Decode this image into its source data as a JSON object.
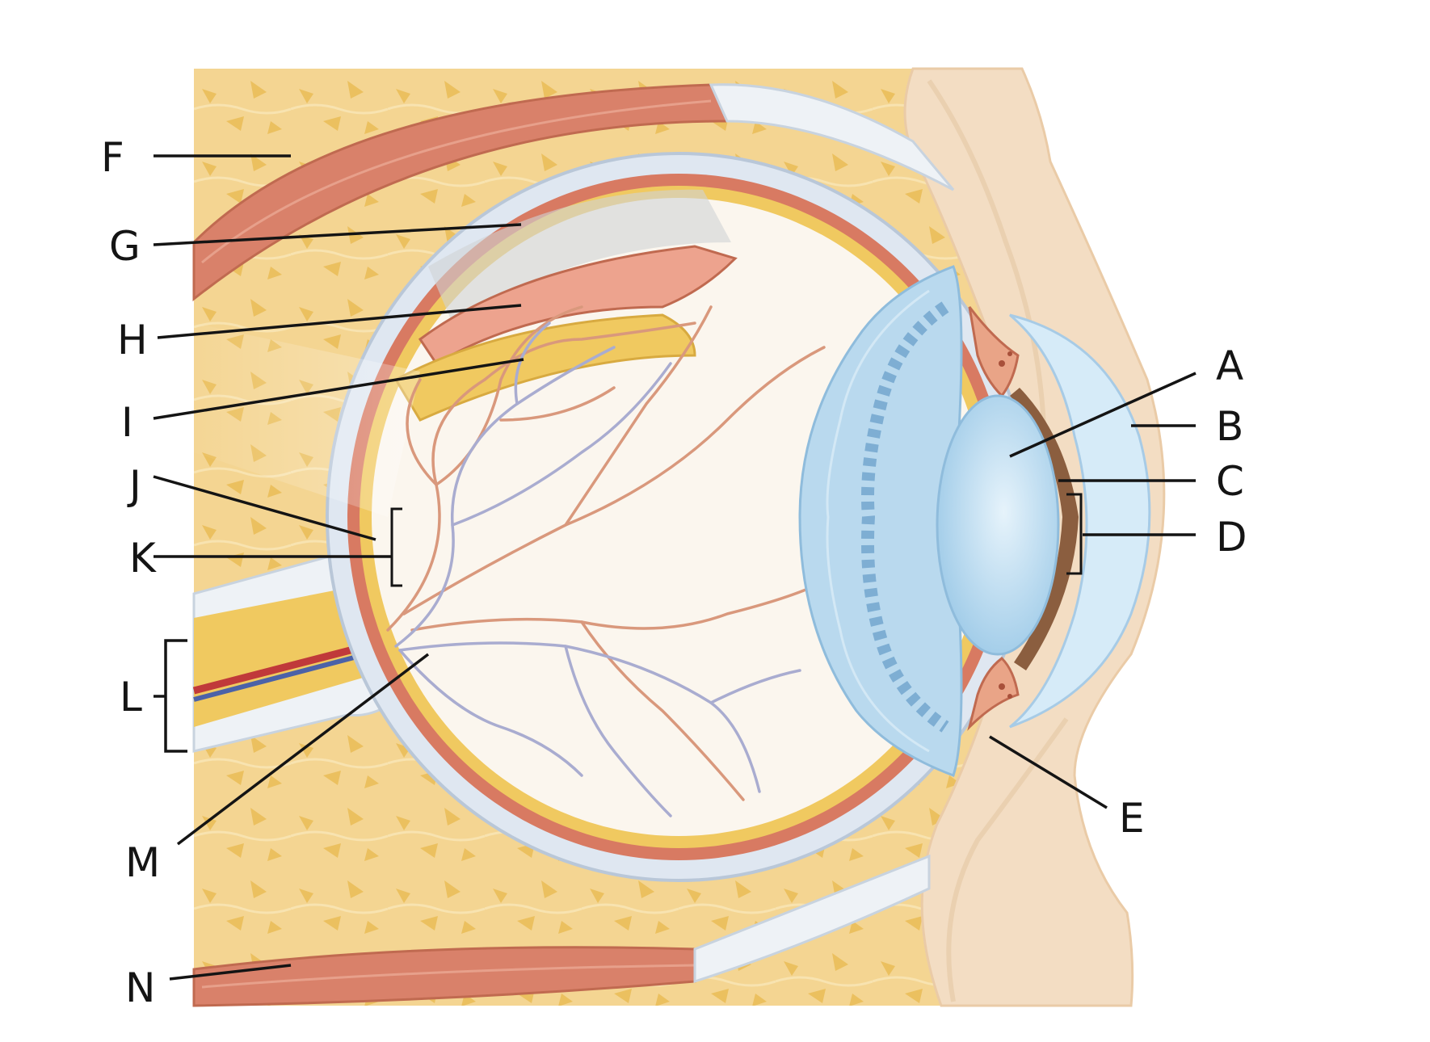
{
  "diagram": {
    "labels": {
      "A": "A",
      "B": "B",
      "C": "C",
      "D": "D",
      "E": "E",
      "F": "F",
      "G": "G",
      "H": "H",
      "I": "I",
      "J": "J",
      "K": "K",
      "L": "L",
      "M": "M",
      "N": "N"
    }
  },
  "colors": {
    "fat": "#f4d592",
    "fat_dark": "#e8b64d",
    "muscle": "#d9816a",
    "muscle_edge": "#c06a50",
    "sclera": "#dfe7f1",
    "choroid": "#d87a62",
    "retina": "#f0c960",
    "vitreous": "#fbf6ee",
    "vessel_red": "#d9987c",
    "vessel_blue": "#a9acd0",
    "lens": "#c3dff4",
    "cornea": "#d6ebf8",
    "iris": "#8b5e3f",
    "skin": "#f3ddc3"
  }
}
